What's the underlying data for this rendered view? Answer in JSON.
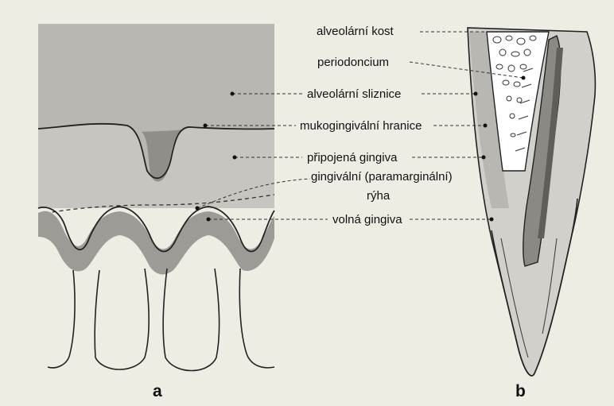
{
  "labels": {
    "alveolar_bone": "alveolární kost",
    "periodontium": "periodoncium",
    "alveolar_mucosa": "alveolární sliznice",
    "mucogingival_border": "mukogingivální hranice",
    "attached_gingiva": "připojená gingiva",
    "gingival_groove_1": "gingivální (paramarginální)",
    "gingival_groove_2": "rýha",
    "free_gingiva": "volná gingiva"
  },
  "panels": {
    "a": "a",
    "b": "b"
  },
  "colors": {
    "paper": "#efece4",
    "mucosa_gray": "#b8b7b2",
    "gingiva_gray": "#9c9b96",
    "dark_gray": "#7f7e79",
    "ink": "#111111"
  }
}
